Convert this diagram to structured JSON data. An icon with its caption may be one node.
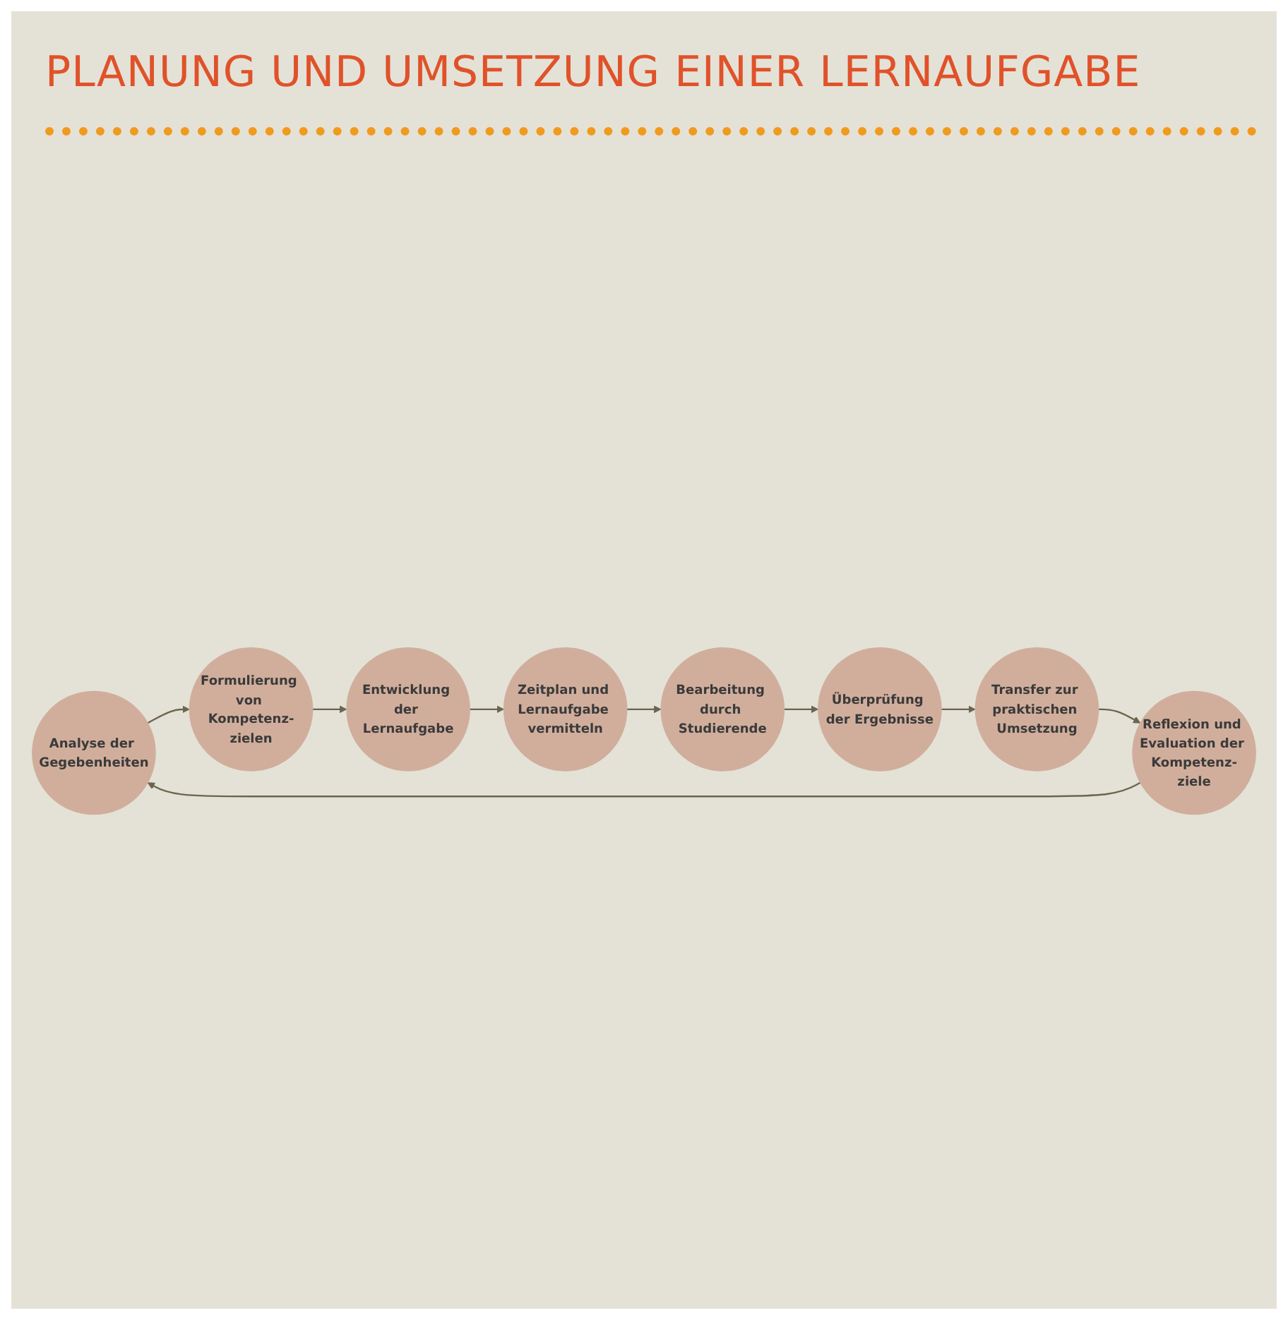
{
  "diagram": {
    "title": "PLANUNG UND UMSETZUNG EINER LERNAUFGABE",
    "nodes": [
      {
        "text": [
          "Analyse der Gegebenheiten"
        ]
      },
      {
        "text": [
          "Formulierung von Kompetenz-zielen"
        ]
      },
      {
        "text": [
          "Entwicklung der Lernaufgabe"
        ]
      },
      {
        "text": [
          "Zeitplan und Lernaufgabe vermitteln"
        ]
      },
      {
        "text": [
          "Bearbeitung durch Studierende"
        ]
      },
      {
        "text": [
          "Überprüfung der Ergebnisse"
        ]
      },
      {
        "text": [
          "Transfer zur praktischen Umsetzung"
        ]
      },
      {
        "text": [
          "Reflexion und Evaluation der Kompetenz-ziele"
        ]
      }
    ],
    "edges": [
      {
        "from": 0,
        "to": 1,
        "arrow": "to"
      },
      {
        "from": 1,
        "to": 2,
        "arrow": "to"
      },
      {
        "from": 2,
        "to": 3,
        "arrow": "to"
      },
      {
        "from": 3,
        "to": 4,
        "arrow": "to"
      },
      {
        "from": 4,
        "to": 5,
        "arrow": "to"
      },
      {
        "from": 5,
        "to": 6,
        "arrow": "to"
      },
      {
        "from": 6,
        "to": 7,
        "arrow": "to"
      },
      {
        "from": 7,
        "to": 0,
        "arrow": "to"
      }
    ]
  }
}
